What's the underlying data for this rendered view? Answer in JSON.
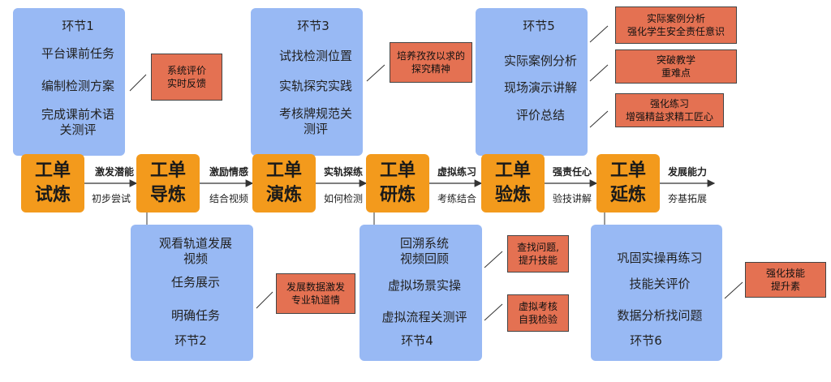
{
  "stages": [
    {
      "line1": "工单",
      "line2": "试炼"
    },
    {
      "line1": "工单",
      "line2": "导炼"
    },
    {
      "line1": "工单",
      "line2": "演炼"
    },
    {
      "line1": "工单",
      "line2": "研炼"
    },
    {
      "line1": "工单",
      "line2": "验炼"
    },
    {
      "line1": "工单",
      "line2": "延炼"
    }
  ],
  "connectors": [
    {
      "top": "激发潜能",
      "bottom": "初步尝试"
    },
    {
      "top": "激励情感",
      "bottom": "结合视频"
    },
    {
      "top": "实轨探练",
      "bottom": "如何检测"
    },
    {
      "top": "虚拟练习",
      "bottom": "考练结合"
    },
    {
      "top": "强责任心",
      "bottom": "验技讲解"
    },
    {
      "top": "发展能力",
      "bottom": "夯基拓展"
    }
  ],
  "panels": {
    "p1": {
      "title": "环节1",
      "items": [
        "平台课前任务",
        "编制检测方案",
        "完成课前术语",
        "关测评"
      ]
    },
    "p2": {
      "title": "环节2",
      "items": [
        "观看轨道发展",
        "视频",
        "任务展示",
        "明确任务"
      ]
    },
    "p3": {
      "title": "环节3",
      "items": [
        "试找检测位置",
        "实轨探究实践",
        "考核牌规范关",
        "测评"
      ]
    },
    "p4": {
      "title": "环节4",
      "items": [
        "回溯系统",
        "视频回顾",
        "虚拟场景实操",
        "虚拟流程关测评"
      ]
    },
    "p5": {
      "title": "环节5",
      "items": [
        "实际案例分析",
        "现场演示讲解",
        "评价总结"
      ]
    },
    "p6": {
      "title": "环节6",
      "items": [
        "巩固实操再练习",
        "技能关评价",
        "数据分析找问题"
      ]
    }
  },
  "notes": {
    "n1": [
      "系统评价",
      "实时反馈"
    ],
    "n2": [
      "发展数据激发",
      "专业轨道情"
    ],
    "n3": [
      "培养孜孜以求的",
      "探究精神"
    ],
    "n4a": [
      "查找问题,",
      "提升技能"
    ],
    "n4b": [
      "虚拟考核",
      "自我检验"
    ],
    "n5a": [
      "实际案例分析",
      "强化学生安全责任意识"
    ],
    "n5b": [
      "突破教学",
      "重难点"
    ],
    "n5c": [
      "强化练习",
      "增强精益求精工匠心"
    ],
    "n6": [
      "强化技能",
      "提升素"
    ]
  },
  "colors": {
    "panel": "#98b9f4",
    "stage": "#f39a1c",
    "note": "#e47152"
  }
}
